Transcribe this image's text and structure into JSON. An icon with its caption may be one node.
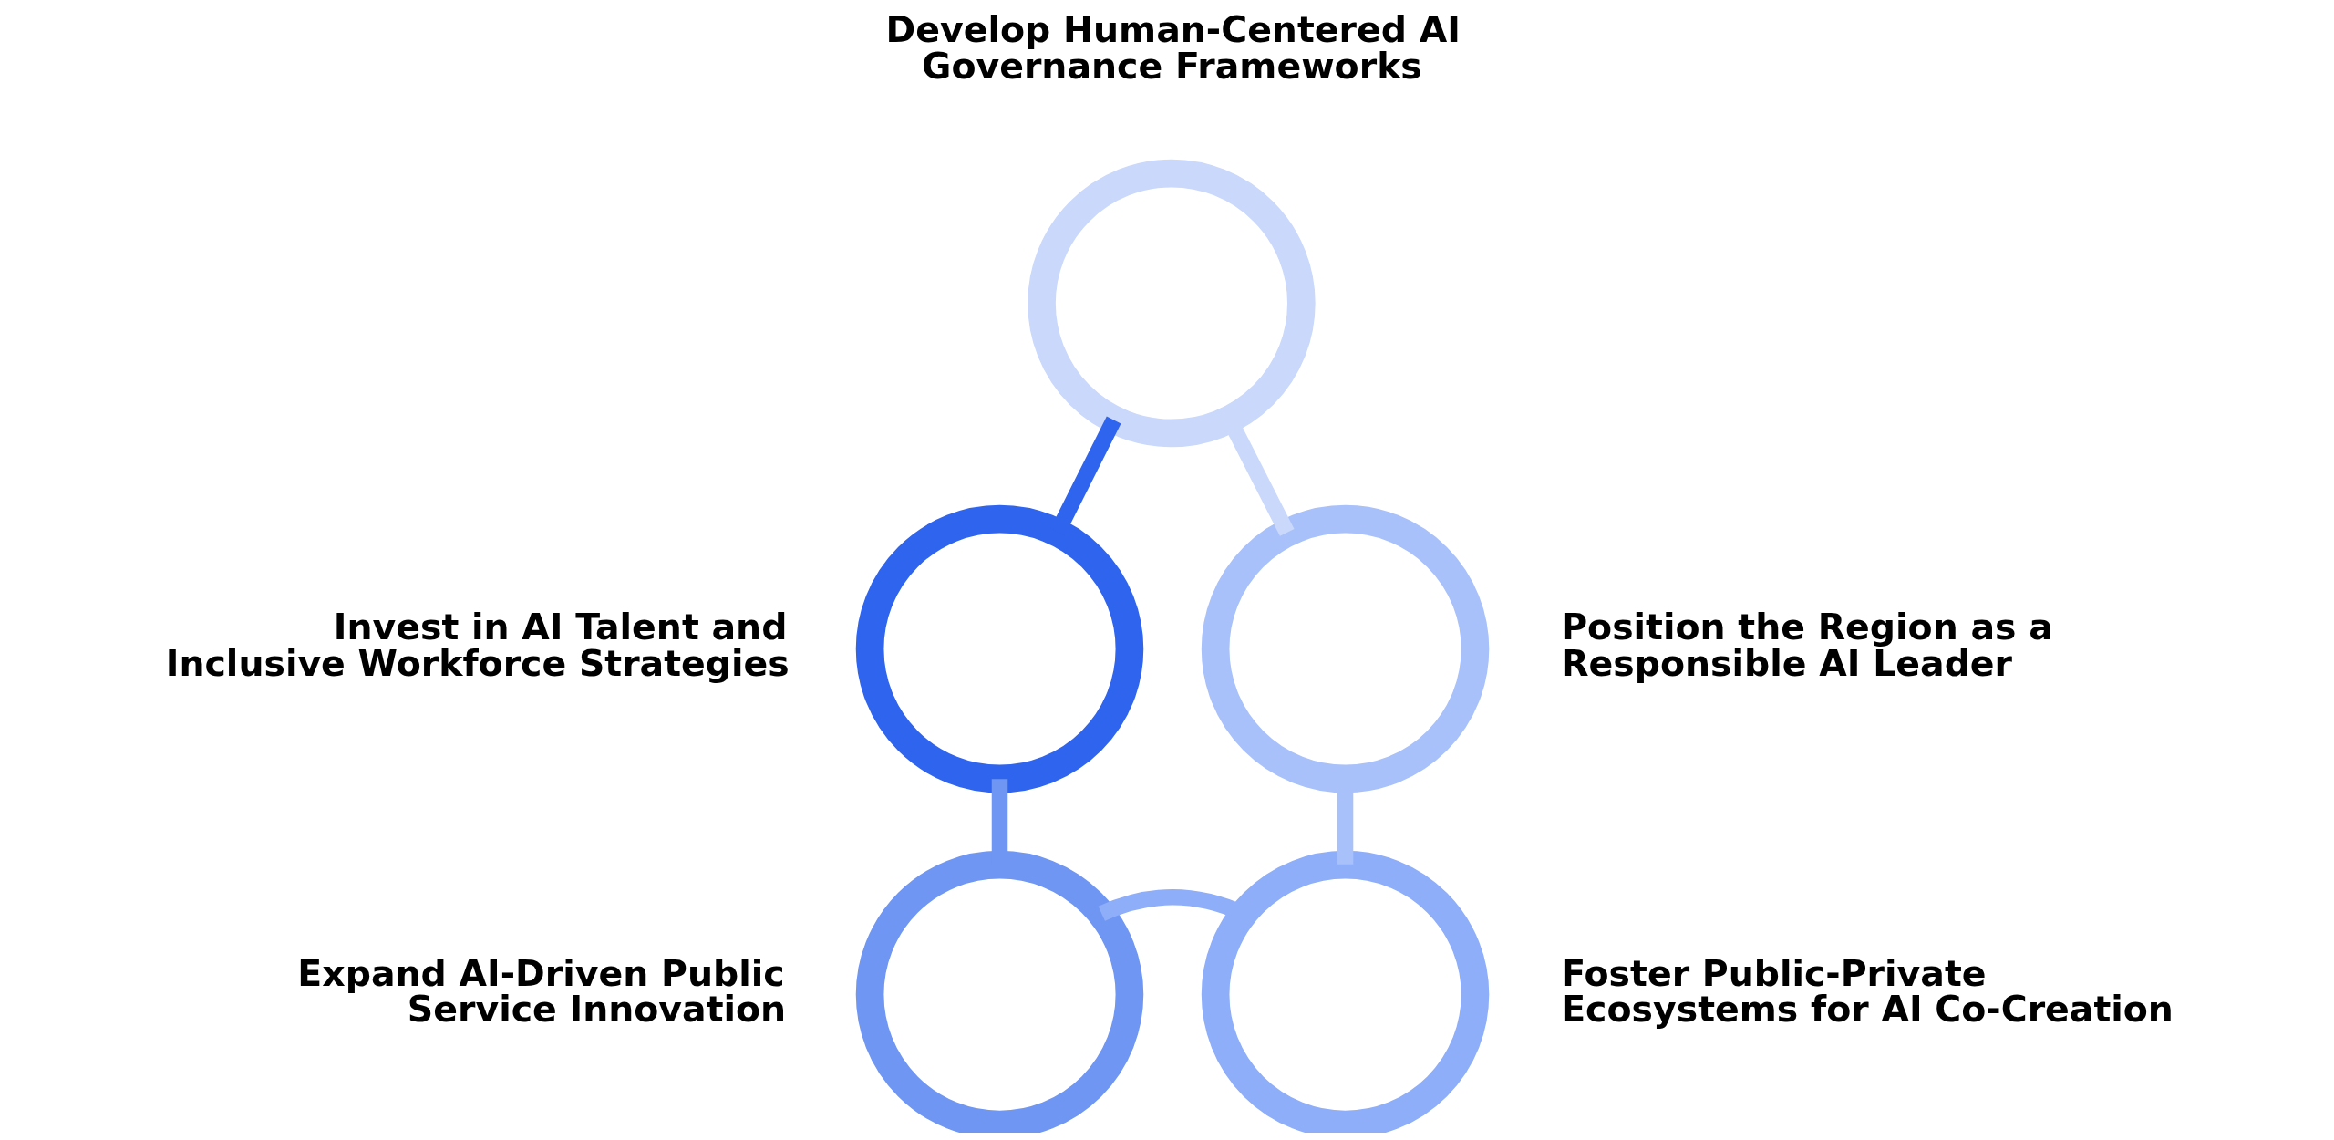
{
  "diagram": {
    "nodes": [
      {
        "text": [],
        "shape": "circle",
        "beside": [
          "Develop Human-Centered AI Governance Frameworks"
        ]
      },
      {
        "text": [],
        "shape": "circle",
        "beside": [
          "Invest in AI Talent and Inclusive Workforce Strategies"
        ]
      },
      {
        "text": [],
        "shape": "circle",
        "beside": [
          "Position the Region as a Responsible AI Leader"
        ]
      },
      {
        "text": [],
        "shape": "circle",
        "beside": [
          "Expand AI-Driven Public Service Innovation"
        ]
      },
      {
        "text": [],
        "shape": "circle",
        "beside": [
          "Foster Public-Private Ecosystems for AI Co-Creation"
        ]
      }
    ],
    "edges": [
      {
        "from": 0,
        "to": 2,
        "arrow": "none",
        "color": "#c9d8fb"
      },
      {
        "from": 2,
        "to": 4,
        "arrow": "none",
        "color": "#a9c1fa"
      },
      {
        "from": 4,
        "to": 3,
        "arrow": "none",
        "color": "#8eaefa"
      },
      {
        "from": 3,
        "to": 1,
        "arrow": "none",
        "color": "#6f96f2"
      },
      {
        "from": 1,
        "to": 0,
        "arrow": "none",
        "color": "#2f64ee"
      }
    ]
  }
}
